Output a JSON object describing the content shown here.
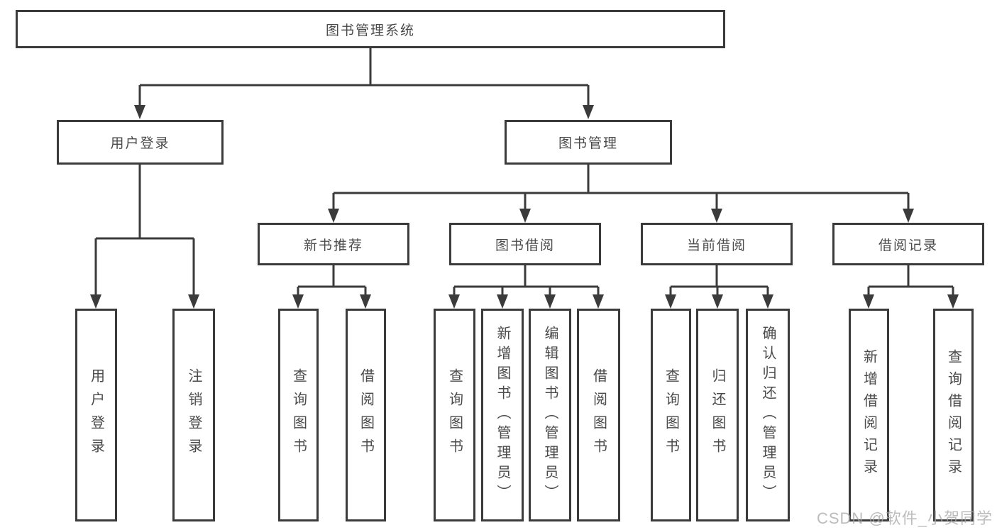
{
  "diagram": {
    "type": "tree",
    "root": {
      "label": "图书管理系统"
    },
    "branches": [
      {
        "label": "用户登录",
        "children": [
          {
            "label": "用户登录"
          },
          {
            "label": "注销登录"
          }
        ]
      },
      {
        "label": "图书管理",
        "children": [
          {
            "label": "新书推荐",
            "children": [
              {
                "label": "查询图书"
              },
              {
                "label": "借阅图书"
              }
            ]
          },
          {
            "label": "图书借阅",
            "children": [
              {
                "label": "查询图书"
              },
              {
                "label": "新增图书（管理员）"
              },
              {
                "label": "编辑图书（管理员）"
              },
              {
                "label": "借阅图书"
              }
            ]
          },
          {
            "label": "当前借阅",
            "children": [
              {
                "label": "查询图书"
              },
              {
                "label": "归还图书"
              },
              {
                "label": "确认归还（管理员）"
              }
            ]
          },
          {
            "label": "借阅记录",
            "children": [
              {
                "label": "新增借阅记录"
              },
              {
                "label": "查询借阅记录"
              }
            ]
          }
        ]
      }
    ]
  },
  "watermark": {
    "text": "CSDN @软件_小贺同学"
  },
  "colors": {
    "line": "#3b3b3b",
    "box_border": "#3b3b3b",
    "text": "#4a4a4a",
    "watermark": "#a5a5a5",
    "background": "#ffffff"
  }
}
